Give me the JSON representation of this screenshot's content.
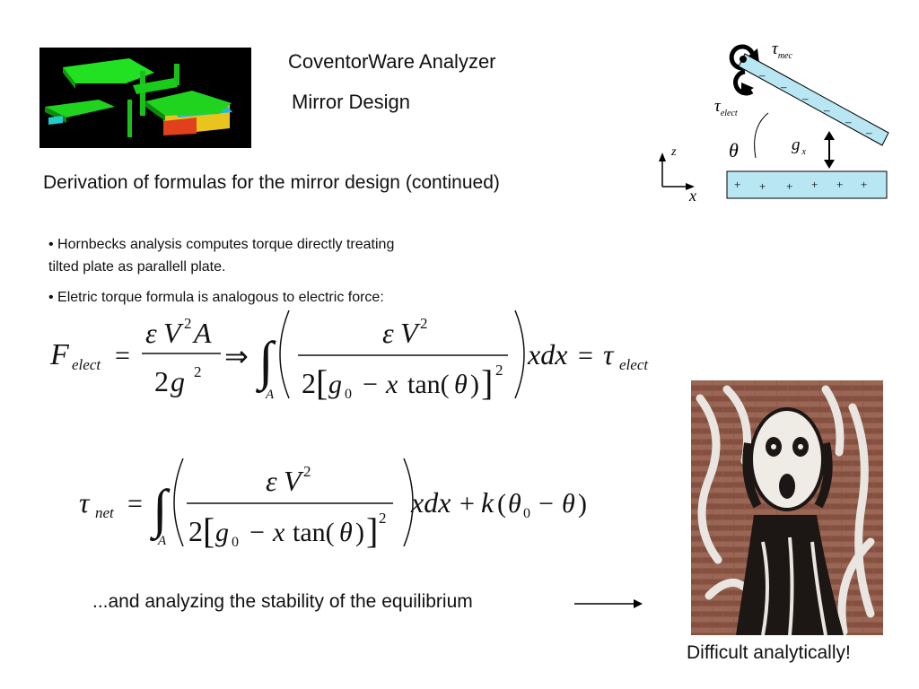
{
  "slide": {
    "title": "CoventorWare Analyzer",
    "subtitle": "Mirror Design",
    "heading": "Derivation of formulas for the mirror design (continued)",
    "bullets": [
      "• Hornbecks analysis computes torque directly treating tilted plate as parallell plate.",
      "• Eletric torque formula is analogous to electric force:"
    ],
    "bullet1_lines": [
      "• Hornbecks analysis computes torque directly treating",
      "tilted plate as parallell plate."
    ],
    "stability_text": "...and analyzing the stability of the equilibrium",
    "caption": "Difficult analytically!"
  },
  "diagram": {
    "tau_symbol": "τ",
    "mec_sub": "mec",
    "elect_sub": "elect",
    "theta": "θ",
    "g": "g",
    "g_sub": "x",
    "axis_z": "z",
    "axis_x": "x",
    "plus": "+",
    "minus": "–"
  },
  "equations": {
    "F": "F",
    "elect": "elect",
    "eq": "=",
    "eps": "ε",
    "V": "V",
    "A": "A",
    "two": "2",
    "g": "g",
    "implies": "⇒",
    "integral": "∫",
    "lbracket": "[",
    "rbracket": "]",
    "g0": "g",
    "zero": "0",
    "minus": "−",
    "x": "x",
    "tan": "tan(",
    "theta": "θ",
    "close": ")",
    "xdx": "xdx",
    "tau": "τ",
    "net": "net",
    "plus": "+",
    "k": "k",
    "open": "(",
    "theta0_close": ")"
  },
  "colors": {
    "mirror_plate": "#b8e6f2",
    "screenshot_bg": "#000000",
    "green": "#1fd31f",
    "yellow": "#e8c41c",
    "cyan": "#2ab5d8",
    "brick": "#8e5a4a"
  }
}
